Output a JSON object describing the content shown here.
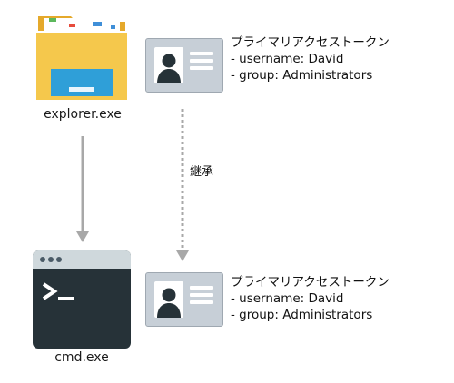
{
  "processes": {
    "explorer": {
      "label": "explorer.exe",
      "icon": "folder-icon"
    },
    "cmd": {
      "label": "cmd.exe",
      "icon": "terminal-icon"
    }
  },
  "tokens": {
    "top": {
      "title": "プライマリアクセストークン",
      "username": "- username: David",
      "group": "- group: Administrators",
      "icon": "id-card-icon"
    },
    "bottom": {
      "title": "プライマリアクセストークン",
      "username": "- username: David",
      "group": "- group: Administrators",
      "icon": "id-card-icon"
    }
  },
  "edges": {
    "inherit_label": "継承"
  },
  "colors": {
    "folder_body": "#f5c84c",
    "folder_tab": "#e5a92b",
    "folder_strip": "#2f9fd8",
    "terminal_bg": "#263238",
    "card_bg": "#c7cfd7",
    "arrow_solid": "#a8a8a8",
    "arrow_dotted": "#a8a8a8"
  }
}
